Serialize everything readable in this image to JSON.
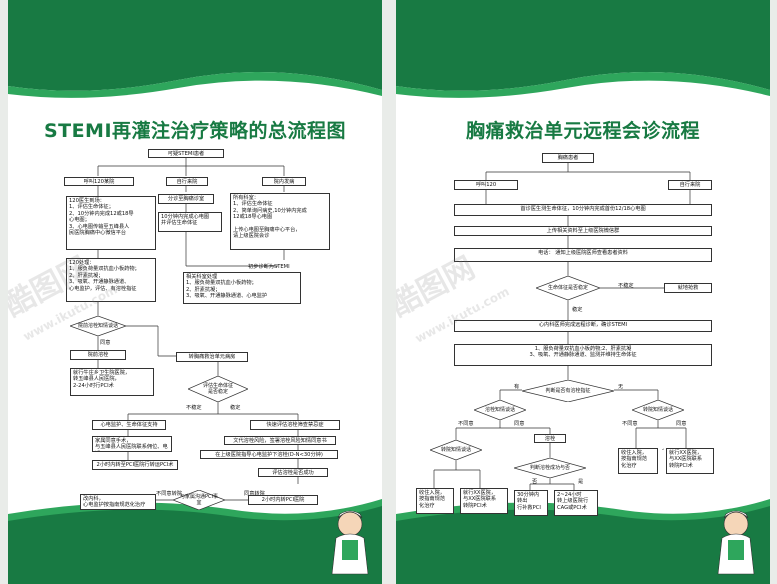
{
  "watermark": {
    "logo": "酷图网",
    "url": "www.ikutu.com"
  },
  "left": {
    "title": "STEMI再灌注治疗策略的总流程图",
    "nodes": {
      "suspect": "可疑STEMI患者",
      "call120": "呼叫120某院",
      "self": "自行来院",
      "inhosp": "院内发病",
      "triage": "分诊至胸痛诊室",
      "ecg10": "10分钟内完成心电图\n并评估生命体征",
      "allDept": "所有科室：\n1、评估生命体征\n2、简单询问病史,10分钟内完成\n12或18导心电图\n\n上传心电图至胸痛中心平台，\n请上级医院会诊",
      "prehosp": "120医生到场：\n1、评估生命体征；\n2、10分钟内完成12或18导\n心电图；\n3、心电图传输至五峰县人\n民医院胸痛中心微信平台",
      "dx": "初步诊断为STEMI",
      "treat120": "120处理：\n1、服负荷量双抗血小板药物；\n2、肝素抗凝；\n3、吸氧、开通静脉通道、\n心电监护，评估、有溶栓指征",
      "deptTreat": "相关科室处理\n1、服负荷量双抗血小板药物；\n2、肝素抗凝；\n3、吸氧、开通静脉通道、心电监护",
      "lysisQ": "院前溶栓知情谈话",
      "agree": "同意",
      "prehospLysis": "院前溶栓",
      "transfer": "转胸痛救治单元病房",
      "toHosp": "就行牛庄乡卫生院医院，\n转五峰县人民医院，\n2-24小时行PCI术",
      "vitalQ": "评估生命体征\n是否稳定",
      "unstable": "不稳定",
      "stable": "稳定",
      "support": "心电监护、生命体征支持",
      "fastLysis": "快速评估溶栓筛查禁忌症",
      "family": "家属同意手术，\n与五峰县人民医院联系佣位、电话",
      "consent": "文代溶栓风险，签署溶栓风险知情同意书",
      "monitor": "在上级医院指导心电监护下溶栓(D-N<30分钟)",
      "pci224": "2小时内转至PCI医院行转运PCI术",
      "assess": "评估溶栓是否成功",
      "noAgree": "不同意转院",
      "localTreat": "改内科，\n心电监护按指南规范化治疗",
      "talk": "与家属沟通PCI事宜",
      "agreeT": "同意转院",
      "pci2": "2小时内转PCI医院"
    }
  },
  "right": {
    "title": "胸痛救治单元远程会诊流程",
    "nodes": {
      "patient": "胸痛患者",
      "call120": "呼叫120",
      "self": "自行来院",
      "first": "首诊医生测生命体征，10分钟内完成首份12/18心电图",
      "upload": "上传相关资料至上级医院微信群",
      "phone": "电话：                通知上级医院医师查看患者资料",
      "vitalQ": "生命体征是否稳定",
      "unstable": "不稳定",
      "rescue": "就地抢救",
      "stable": "稳定",
      "confirm": "心内科医师完成远程诊断，确诊STEMI",
      "meds": "1、服负荷量双抗血小板药物;2、肝素抗凝\n3、吸氧、开通静脉通道、监测并维持生命体征",
      "lysisInd": "判断是否有溶栓指征",
      "yes": "有",
      "no": "无",
      "lysisTalk": "溶栓知情谈话",
      "transferTalk": "转院知情谈话",
      "disagree": "不同意",
      "agree": "同意",
      "lysis": "溶栓",
      "transferTalk2": "转院知情谈话",
      "success": "判断溶栓成功与否",
      "fail": "否",
      "ok": "是",
      "admit1": "收住入院，\n按指南规范\n化治疗",
      "xx1": "就行XX医院，\n与XX医院联系\n转院PCI术",
      "pci30": "30分钟内\n转出\n行补救PCI",
      "pci24": "2~24小时\n转上级医院行\nCAG或PCI术",
      "admit2": "收住入院，\n按指南规范\n化治疗",
      "xx2": "就行XX医院，\n与XX医院联系\n转院PCI术"
    }
  },
  "colors": {
    "green": "#187a43",
    "light": "#2ea65c"
  }
}
